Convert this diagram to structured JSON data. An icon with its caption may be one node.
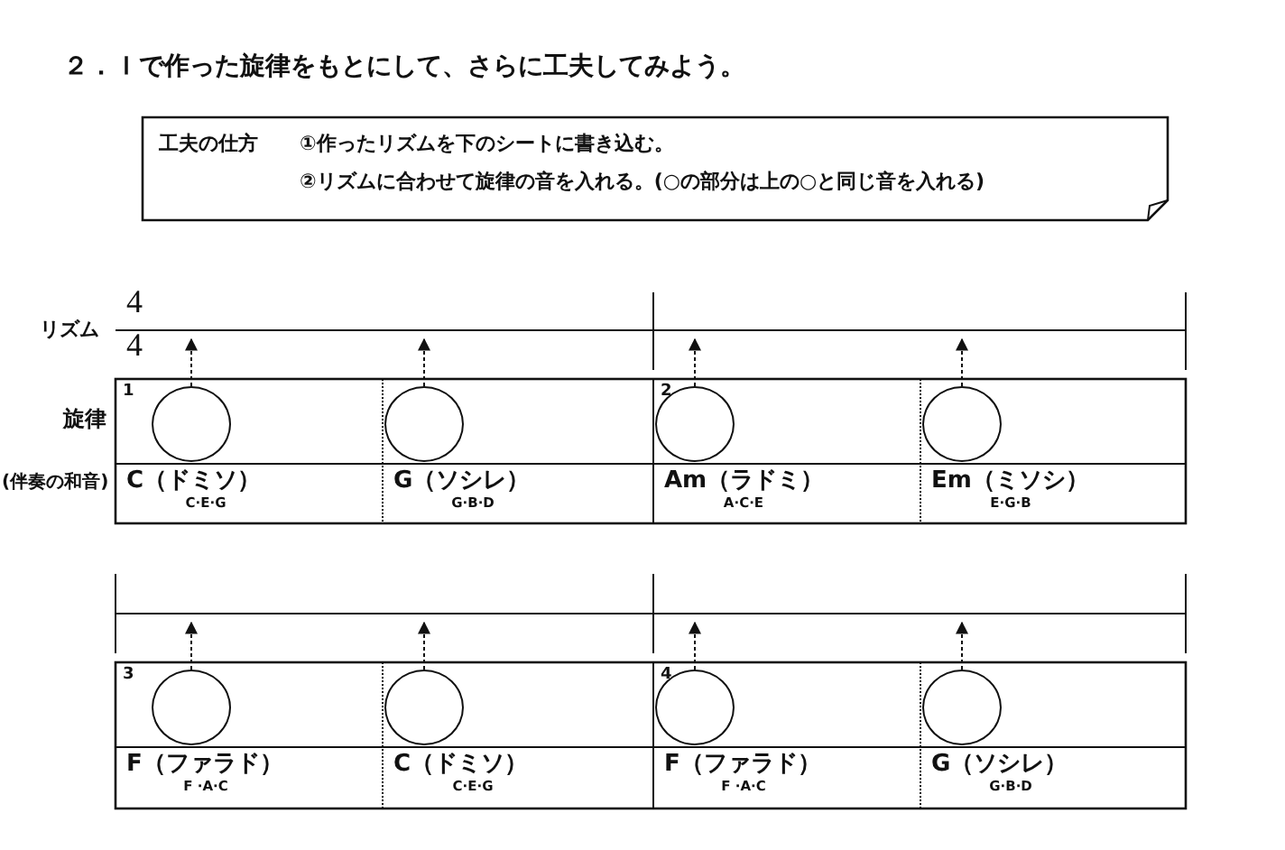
{
  "diagram": {
    "title": "２．Ｉで作った旋律をもとにして、さらに工夫してみよう。",
    "nodes": [
      {
        "text": [
          "工夫の仕方",
          "①作ったリズムを下のシートに書き込む。",
          "②リズムに合わせて旋律の音を入れる。(○の部分は上の○と同じ音を入れる)"
        ]
      },
      {
        "text": [],
        "shape": "circle"
      },
      {
        "text": [],
        "shape": "circle"
      },
      {
        "text": [],
        "shape": "circle"
      },
      {
        "text": [],
        "shape": "circle"
      },
      {
        "text": [],
        "shape": "circle"
      },
      {
        "text": [],
        "shape": "circle"
      },
      {
        "text": [],
        "shape": "circle"
      },
      {
        "text": [],
        "shape": "circle"
      }
    ],
    "edges": [
      {
        "from": 1,
        "to": null,
        "arrow": "to",
        "style": "dashed"
      },
      {
        "from": 2,
        "to": null,
        "arrow": "to",
        "style": "dashed"
      },
      {
        "from": 3,
        "to": null,
        "arrow": "to",
        "style": "dashed"
      },
      {
        "from": 4,
        "to": null,
        "arrow": "to",
        "style": "dashed"
      },
      {
        "from": 5,
        "to": null,
        "arrow": "to",
        "style": "dashed"
      },
      {
        "from": 6,
        "to": null,
        "arrow": "to",
        "style": "dashed"
      },
      {
        "from": 7,
        "to": null,
        "arrow": "to",
        "style": "dashed"
      },
      {
        "from": 8,
        "to": null,
        "arrow": "to",
        "style": "dashed"
      }
    ],
    "labels": [
      "リズム",
      "4",
      "4",
      "旋律",
      "(伴奏の和音)",
      "1",
      "C（ドミソ）",
      "C·E·G",
      "G（ソシレ）",
      "G·B·D",
      "2",
      "Am（ラドミ）",
      "A·C·E",
      "Em（ミソシ）",
      "E·G·B",
      "3",
      "F（ファラド）",
      "F ·A·C",
      "C（ドミソ）",
      "C·E·G",
      "4",
      "F（ファラド）",
      "F ·A·C",
      "G（ソシレ）",
      "G·B·D"
    ]
  }
}
